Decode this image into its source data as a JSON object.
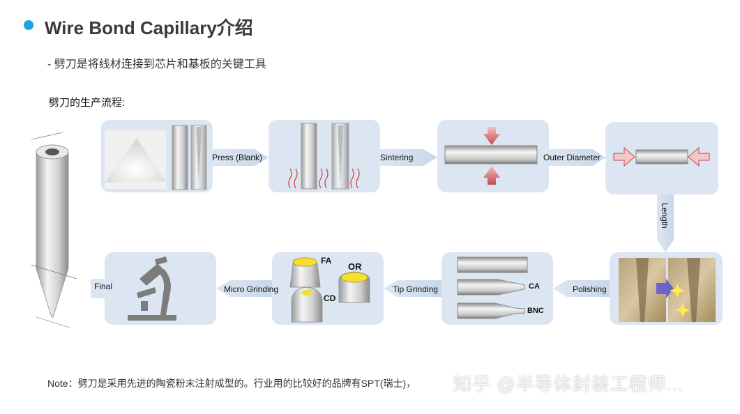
{
  "header": {
    "title": "Wire Bond Capillary介绍",
    "subtitle": "- 劈刀是将线材连接到芯片和基板的关键工具"
  },
  "section_label": "劈刀的生产流程:",
  "steps": {
    "press": "Press (Blank)",
    "sintering": "Sintering",
    "outer_diameter": "Outer Diameter",
    "length": "Length",
    "polishing": "Polishing",
    "tip_grinding": "Tip Grinding",
    "micro_grinding": "Micro Grinding",
    "final": "Final"
  },
  "labels": {
    "ca": "CA",
    "bnc": "BNC",
    "fa": "FA",
    "or": "OR",
    "cd": "CD"
  },
  "note": "Note：劈刀是采用先进的陶瓷粉末注射成型的。行业用的比较好的品牌有SPT(瑞士)，",
  "watermark": "知乎 @半导体封装工程师..."
}
